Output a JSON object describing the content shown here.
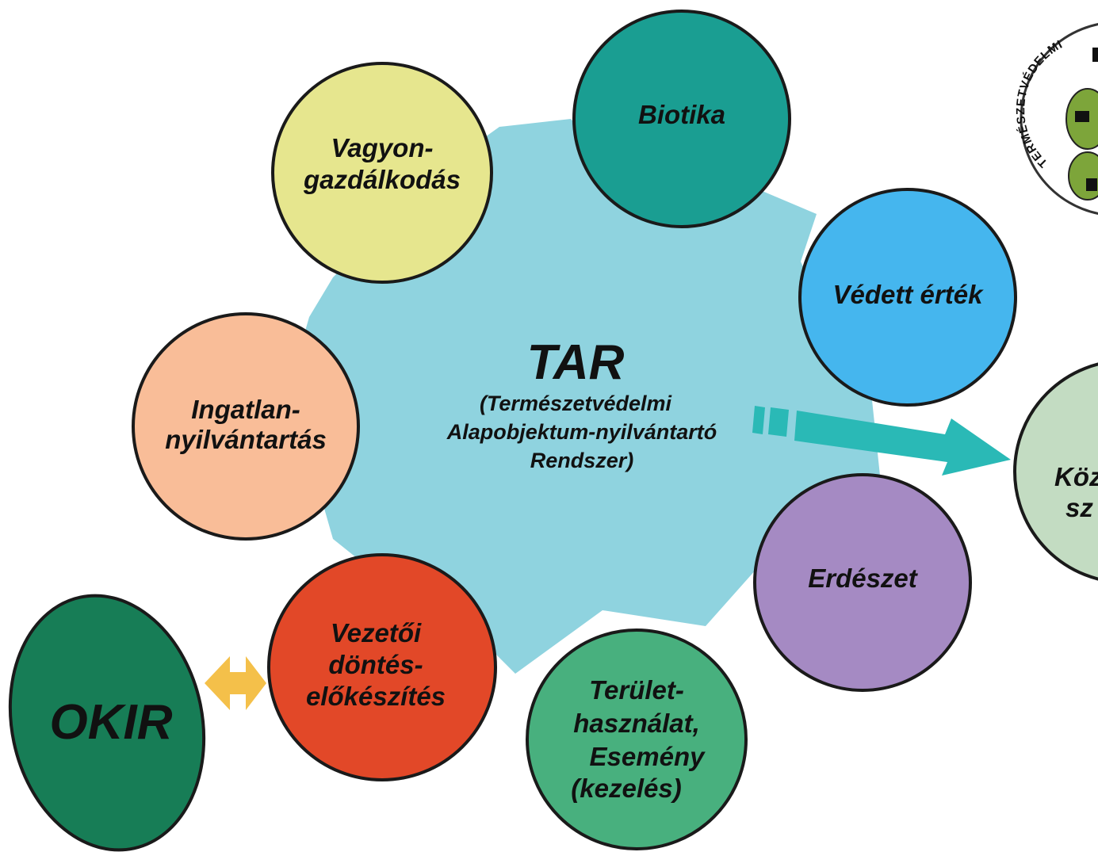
{
  "center": {
    "title": "TAR",
    "subtitle_line1": "(Természetvédelmi",
    "subtitle_line2": "Alapobjektum-nyilvántartó",
    "subtitle_line3": "Rendszer)",
    "color": "#8fd3df"
  },
  "nodes": {
    "vagyon": {
      "line1": "Vagyon-",
      "line2": "gazdálkodás",
      "color": "#e6e68e"
    },
    "biotika": {
      "line1": "Biotika",
      "color": "#1a9e92"
    },
    "vedett": {
      "line1": "Védett érték",
      "color": "#45b6ee"
    },
    "ingatlan": {
      "line1": "Ingatlan-",
      "line2": "nyilvántartás",
      "color": "#f9bd98"
    },
    "erdeszet": {
      "line1": "Erdészet",
      "color": "#a58ac3"
    },
    "vezetoi": {
      "line1": "Vezetői",
      "line2": "döntés-",
      "line3": "előkészítés",
      "color": "#e24828"
    },
    "terulet": {
      "line1": "Terület-",
      "line2": "használat,",
      "line3": "Esemény",
      "line4": "(kezelés)",
      "color": "#48b07e"
    },
    "okir": {
      "line1": "OKIR",
      "color": "#177d56"
    },
    "koz": {
      "line1": "Köz",
      "line2": "sz",
      "color": "#c3dcc2"
    }
  },
  "arrows": {
    "teal_color": "#2ab9b6",
    "yellow_color": "#f4c04a"
  },
  "logo": {
    "arc_text": "TERMÉSZETVÉDELMI",
    "leaf_color": "#7da53a"
  }
}
